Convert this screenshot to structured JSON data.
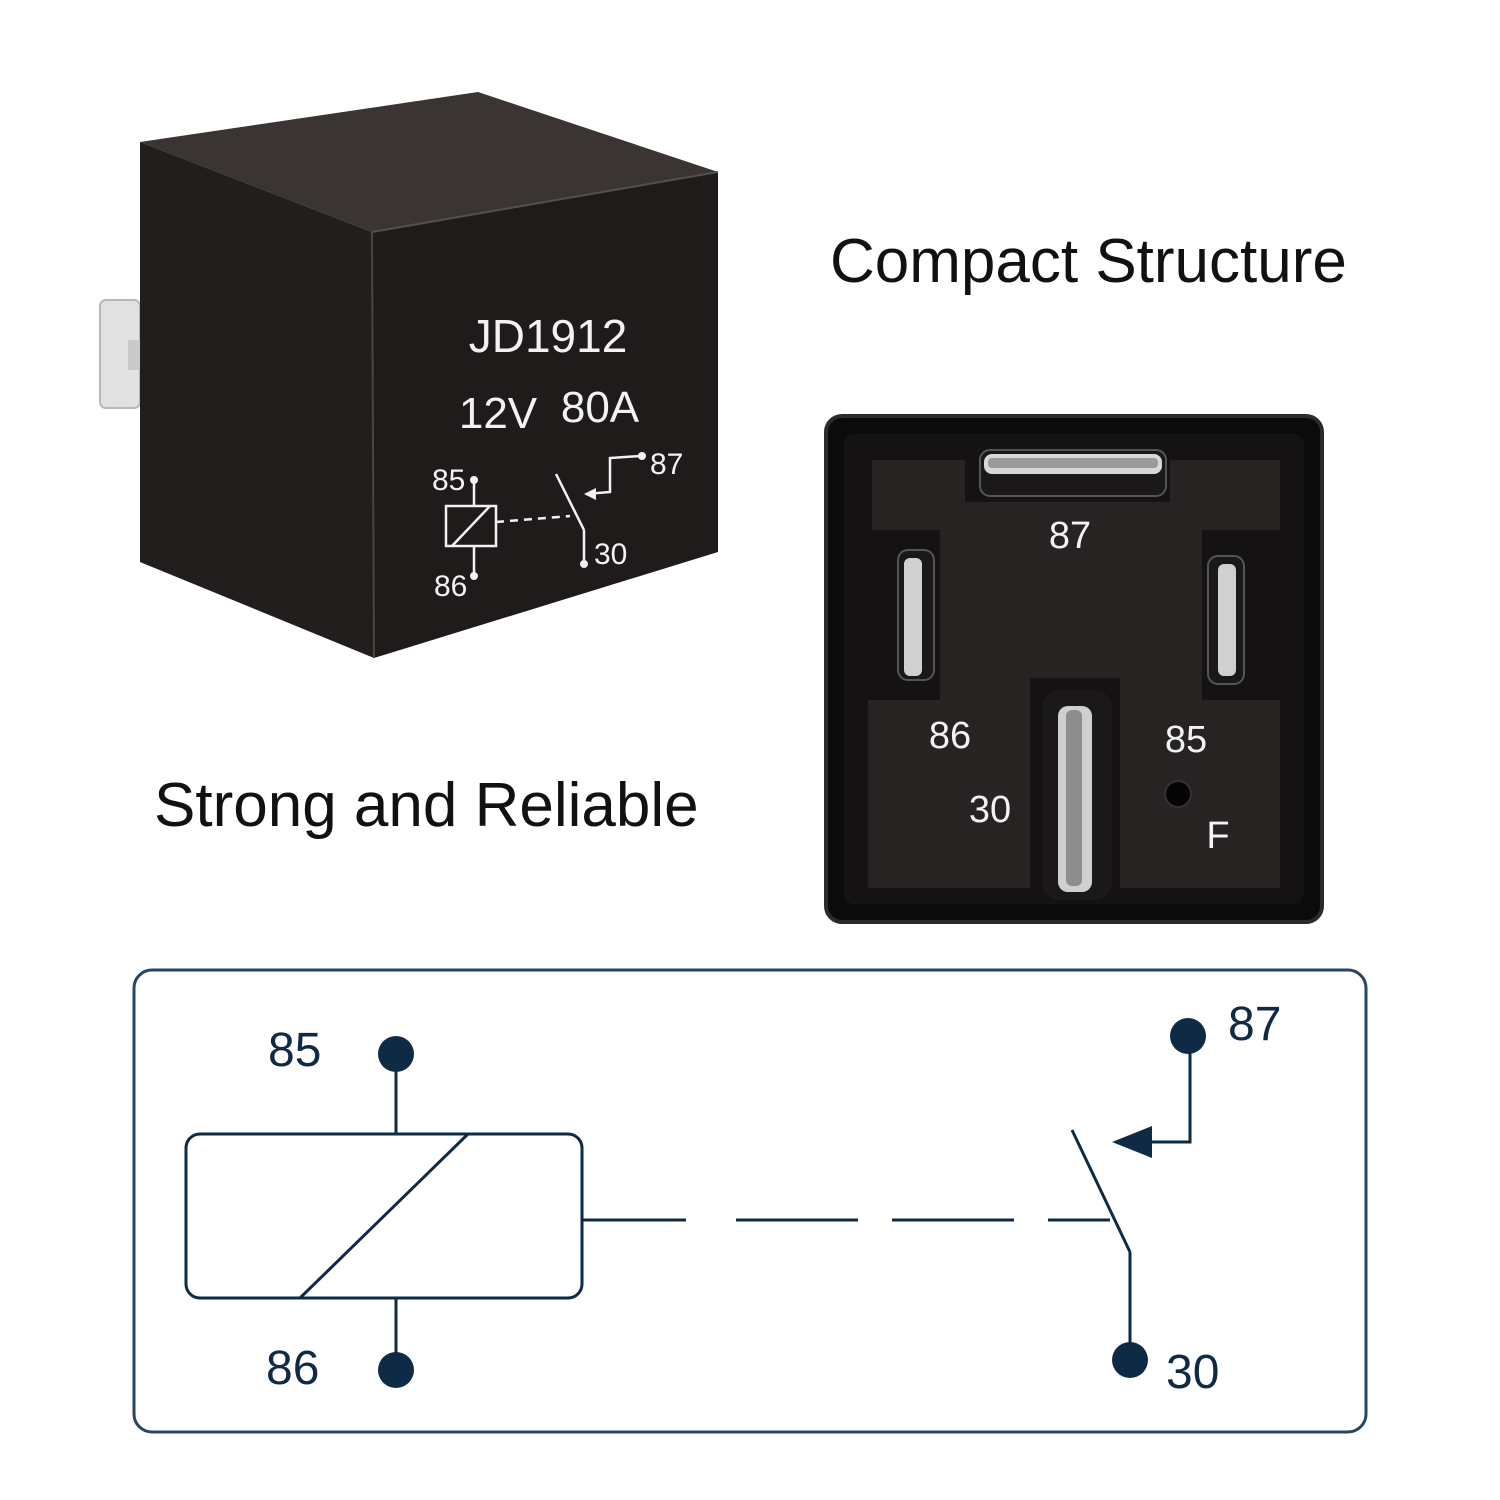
{
  "captions": {
    "compact": "Compact Structure",
    "strong": "Strong and Reliable"
  },
  "relay_label": {
    "model": "JD1912",
    "voltage": "12V",
    "current": "80A",
    "pins": {
      "p85": "85",
      "p86": "86",
      "p87": "87",
      "p30": "30"
    }
  },
  "bottom_view": {
    "pins": {
      "p87": "87",
      "p86": "86",
      "p85": "85",
      "p30": "30"
    },
    "marker": "F"
  },
  "diagram": {
    "pins": {
      "p85": "85",
      "p86": "86",
      "p87": "87",
      "p30": "30"
    }
  },
  "colors": {
    "diagram_ink": "#0f2a45",
    "diagram_border": "#2a4560",
    "relay_body": "#1f1b1a"
  }
}
